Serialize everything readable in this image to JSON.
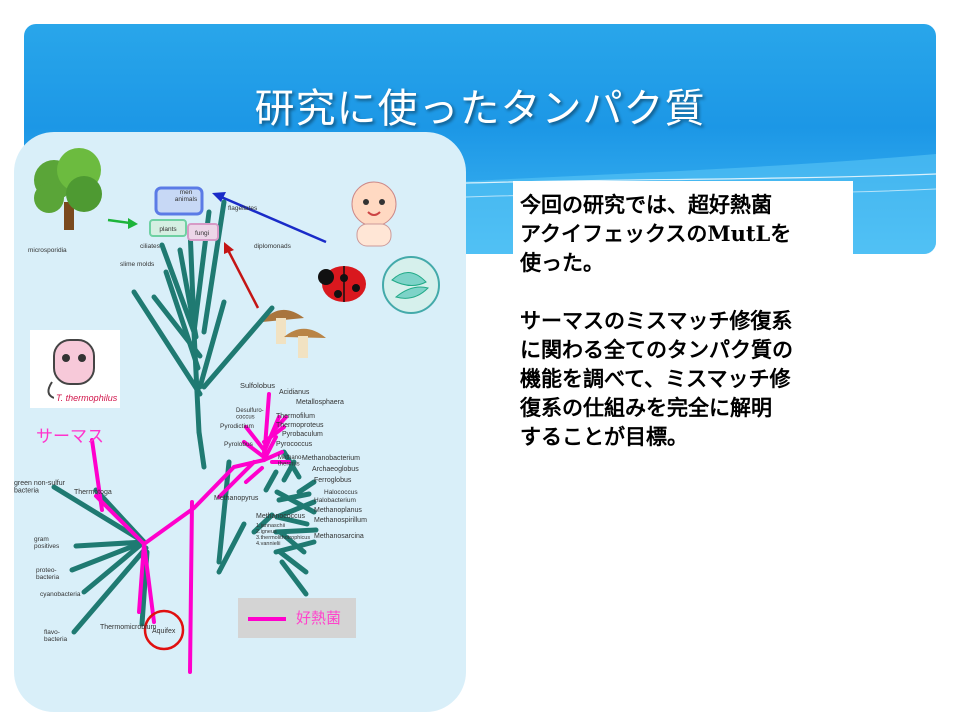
{
  "slide": {
    "title": "研究に使ったタンパク質",
    "body_paragraph_1": [
      "今回の研究では、超好熱菌",
      "アクイフェックスのMutLを",
      "使った。"
    ],
    "body_paragraph_2": [
      "サーマスのミスマッチ修復系",
      "に関わる全てのタンパク質の",
      "機能を調べて、ミスマッチ修",
      "復系の仕組みを完全に解明",
      "することが目標。"
    ]
  },
  "tree": {
    "thermus_label": "サーマス",
    "thermus_logo_text": "T. thermophilus",
    "legend_label": "好熱菌",
    "colors": {
      "branch": "#1f7a72",
      "thermophile": "#ff00cc",
      "circle": "#e01010",
      "arrow_blue": "#1a2bc8",
      "arrow_red": "#c41515",
      "arrow_green": "#1db43a"
    },
    "labels": {
      "men_animals": "men\nanimals",
      "plants": "plants",
      "fungi": "fungi",
      "flagellates": "flagellates",
      "microsporidia": "microsporidia",
      "ciliates": "ciliates",
      "slime_molds": "slime molds",
      "diplomonads": "diplomonads",
      "sulfolobus": "Sulfolobus",
      "acidianus": "Acidianus",
      "metallosphaera": "Metallosphaera",
      "desulfurococcus": "Desulfuro-\ncoccus",
      "thermofilum": "Thermofilum",
      "thermoproteus": "Thermoproteus",
      "pyrobaculum": "Pyrobaculum",
      "pyrodictium": "Pyrodictium",
      "pyrococcus": "Pyrococcus",
      "pyrolobus": "Pyrolobus",
      "methanothermus": "Methano-\nthermus",
      "methanobacterium": "Methanobacterium",
      "archaeoglobus": "Archaeoglobus",
      "ferroglobus": "Ferroglobus",
      "halococcus": "Halococcus",
      "halobacterium": "Halobacterium",
      "methanopyrus": "Methanopyrus",
      "methanococcus": "Methanococcus",
      "methanococcus_species": "1.jannaschii\n2.igneus\n3.thermolithotrophicus\n4.vannielii",
      "methanoplanus": "Methanoplanus",
      "methanospirillum": "Methanospirillum",
      "methanosarcina": "Methanosarcina",
      "green_nonsulfur": "green non-sulfur\nbacteria",
      "thermotoga": "Thermotoga",
      "gram_positives": "gram\npositives",
      "proteobacteria": "proteo-\nbacteria",
      "cyanobacteria": "cyanobacteria",
      "flavobacteria": "flavo-\nbacteria",
      "thermomicrobium": "Thermomicrobium",
      "aquifex": "Aquifex"
    }
  }
}
